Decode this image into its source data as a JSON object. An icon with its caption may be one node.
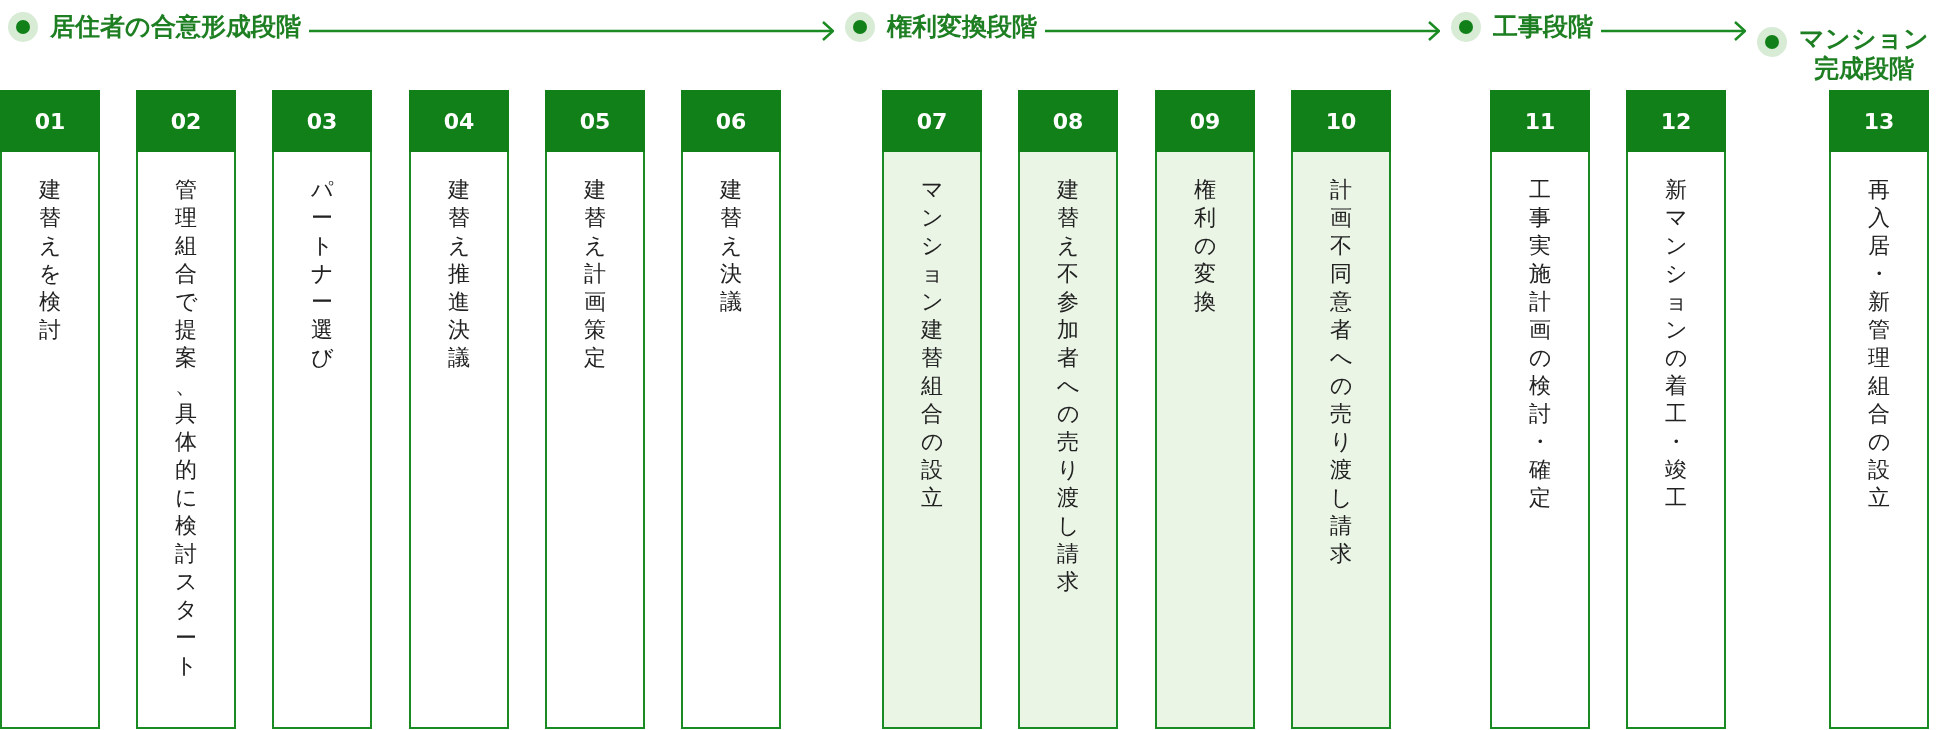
{
  "diagram": {
    "nodes": [
      {
        "text": [
          "居住者の合意形成段階"
        ]
      },
      {
        "text": [
          "権利変換段階"
        ]
      },
      {
        "text": [
          "工事段階"
        ]
      },
      {
        "text": [
          "マンション完成段階"
        ]
      },
      {
        "text": [
          "01",
          "建替えを検討"
        ]
      },
      {
        "text": [
          "02",
          "管理組合で提案、具体的に検討スタート"
        ]
      },
      {
        "text": [
          "03",
          "パートナー選び"
        ]
      },
      {
        "text": [
          "04",
          "建替え推進決議"
        ]
      },
      {
        "text": [
          "05",
          "建替え計画策定"
        ]
      },
      {
        "text": [
          "06",
          "建替え決議"
        ]
      },
      {
        "text": [
          "07",
          "マンション建替組合の設立"
        ]
      },
      {
        "text": [
          "08",
          "建替え不参加者への売り渡し請求"
        ]
      },
      {
        "text": [
          "09",
          "権利の変換"
        ]
      },
      {
        "text": [
          "10",
          "計画不同意者への売り渡し請求"
        ]
      },
      {
        "text": [
          "11",
          "工事実施計画の検討・確定"
        ]
      },
      {
        "text": [
          "12",
          "新マンションの着工・竣工"
        ]
      },
      {
        "text": [
          "13",
          "再入居・新管理組合の設立"
        ]
      }
    ],
    "edges": [
      {
        "from": 0,
        "to": 1,
        "arrow": "to"
      },
      {
        "from": 1,
        "to": 2,
        "arrow": "to"
      },
      {
        "from": 2,
        "to": 3,
        "arrow": "to"
      }
    ]
  }
}
